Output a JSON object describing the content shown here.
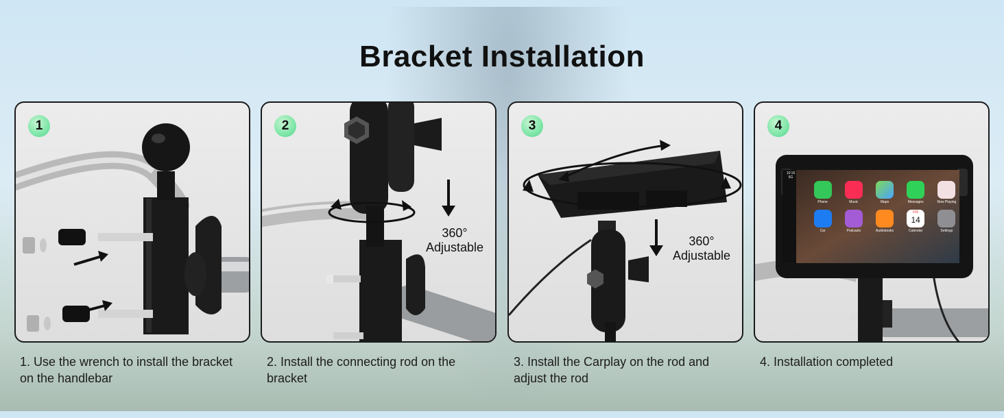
{
  "title": "Bracket Installation",
  "steps": [
    {
      "number": "1",
      "caption": "1. Use the wrench to install the bracket on the handlebar"
    },
    {
      "number": "2",
      "caption": "2. Install the connecting rod on the bracket",
      "adjust_label": "360°\nAdjustable"
    },
    {
      "number": "3",
      "caption": "3. Install the Carplay on the rod and adjust the rod",
      "adjust_label": "360°\nAdjustable"
    },
    {
      "number": "4",
      "caption": "4. Installation completed"
    }
  ],
  "screen": {
    "status_time": "10:16",
    "status_signal": "5G",
    "apps": [
      "Phone",
      "Music",
      "Maps",
      "Messages",
      "Now Playing",
      "Car",
      "Podcasts",
      "Audiobooks",
      "Calendar",
      "Settings"
    ],
    "calendar_day": "FRI",
    "calendar_date": "14"
  },
  "colors": {
    "badge": "#7ee6a8",
    "panel_border": "#1b1b1b"
  }
}
